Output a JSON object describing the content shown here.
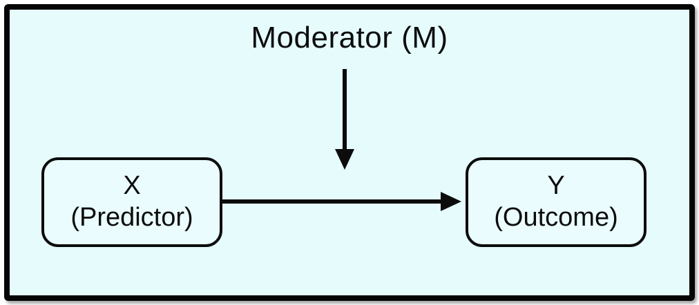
{
  "diagram": {
    "title": "Moderator (M)",
    "nodes": [
      {
        "id": "predictor",
        "line1": "X",
        "line2": "(Predictor)"
      },
      {
        "id": "outcome",
        "line1": "Y",
        "line2": "(Outcome)"
      }
    ],
    "arrows": [
      {
        "id": "moderator-to-path",
        "from": "Moderator (M)",
        "to": "X→Y path",
        "direction": "down"
      },
      {
        "id": "x-to-y",
        "from": "X (Predictor)",
        "to": "Y (Outcome)",
        "direction": "right"
      }
    ],
    "colors": {
      "canvas_background": "#e6fbfc",
      "frame_border": "#050505",
      "line": "#0c0c0c",
      "outer_margin": "#ffffff"
    }
  }
}
